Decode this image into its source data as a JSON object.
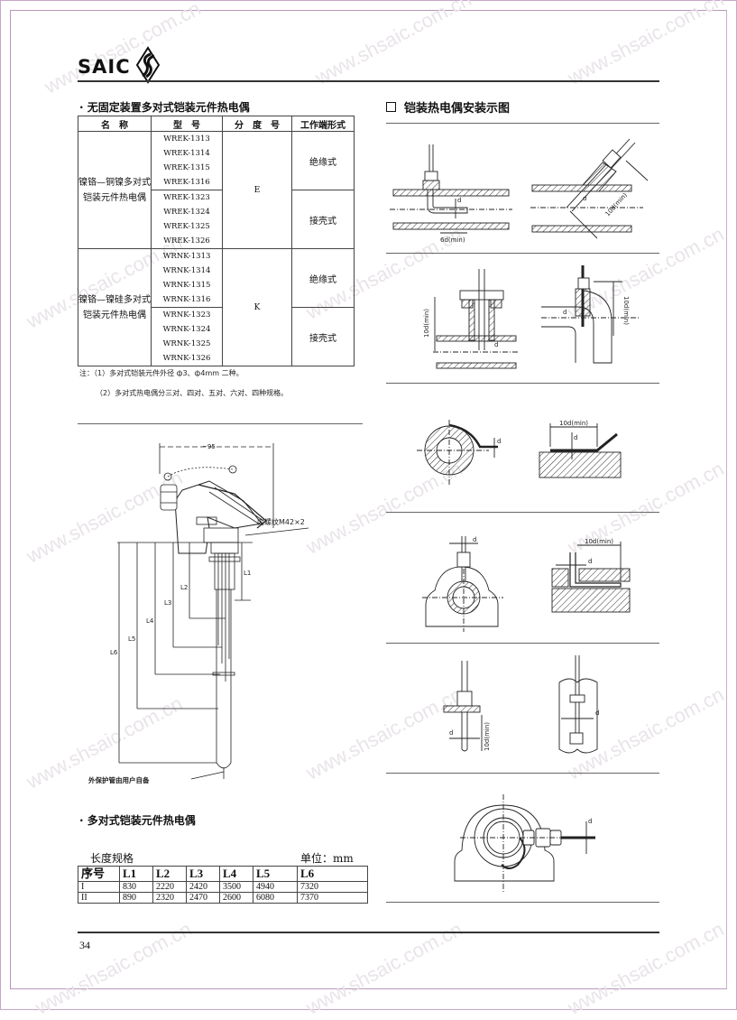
{
  "header": {
    "brand": "SAIC",
    "logo_icon": "saic-diamond-s-logo"
  },
  "watermark": {
    "text": "www.shsaic.com.cn",
    "color": "#e9e4e9"
  },
  "left_section": {
    "title": "· 无固定装置多对式铠装元件热电偶",
    "table": {
      "headers": [
        "名　称",
        "型　号",
        "分　度　号",
        "工作端形式"
      ],
      "groups": [
        {
          "name": "镍铬—铜镍多对式铠装元件热电偶",
          "graduation": "E",
          "subgroups": [
            {
              "models": [
                "WREK-1313",
                "WREK-1314",
                "WREK-1315",
                "WREK-1316"
              ],
              "end_type": "绝缘式"
            },
            {
              "models": [
                "WREK-1323",
                "WREK-1324",
                "WREK-1325",
                "WREK-1326"
              ],
              "end_type": "接壳式"
            }
          ]
        },
        {
          "name": "镍铬—镍硅多对式铠装元件热电偶",
          "graduation": "K",
          "subgroups": [
            {
              "models": [
                "WRNK-1313",
                "WRNK-1314",
                "WRNK-1315",
                "WRNK-1316"
              ],
              "end_type": "绝缘式"
            },
            {
              "models": [
                "WRNK-1323",
                "WRNK-1324",
                "WRNK-1325",
                "WRNK-1326"
              ],
              "end_type": "接壳式"
            }
          ]
        }
      ]
    },
    "notes": [
      "注：（1）多对式铠装元件外径 ф3、ф4mm 二种。",
      "（2）多对式热电偶分三对、四对、五对、六对、四种规格。"
    ]
  },
  "main_drawing": {
    "width_label": "~95",
    "thread_label": "内螺纹M42×2",
    "sheath_label": "外保护管由用户自备",
    "dimension_labels": [
      "L6",
      "L5",
      "L4",
      "L3",
      "L2",
      "L1"
    ]
  },
  "lower_section": {
    "title": "· 多对式铠装元件热电偶",
    "length_title": "长度规格",
    "unit": "单位：mm",
    "table": {
      "headers": [
        "序号",
        "L1",
        "L2",
        "L3",
        "L4",
        "L5",
        "L6"
      ],
      "rows": [
        [
          "I",
          "830",
          "2220",
          "2420",
          "3500",
          "4940",
          "7320"
        ],
        [
          "II",
          "890",
          "2320",
          "2470",
          "2600",
          "6080",
          "7370"
        ]
      ]
    }
  },
  "right_section": {
    "title": "铠装热电偶安装示图",
    "title_icon": "square-bullet-icon",
    "diagrams": [
      {
        "name": "pipe-bent-insertion",
        "labels": [
          "d",
          "6d(min)"
        ]
      },
      {
        "name": "pipe-angled-insertion",
        "labels": [
          "d",
          "10d(min)"
        ]
      },
      {
        "name": "flange-tee-insertion",
        "labels": [
          "10d(min)",
          "d"
        ]
      },
      {
        "name": "elbow-insertion",
        "labels": [
          "d",
          "10d(min)"
        ]
      },
      {
        "name": "ring-surface-wrap",
        "labels": [
          "d"
        ]
      },
      {
        "name": "flat-surface-mount",
        "labels": [
          "10d(min)",
          "d"
        ]
      },
      {
        "name": "bearing-housing-top",
        "labels": [
          "d"
        ]
      },
      {
        "name": "slot-embedded",
        "labels": [
          "10d(min)",
          "d"
        ]
      },
      {
        "name": "plate-through-mount",
        "labels": [
          "d",
          "10d(min)"
        ]
      },
      {
        "name": "pipe-surface-clamp",
        "labels": [
          "d"
        ]
      },
      {
        "name": "bearing-housing-side",
        "labels": [
          "d"
        ]
      }
    ]
  },
  "footer": {
    "page_number": "34"
  }
}
